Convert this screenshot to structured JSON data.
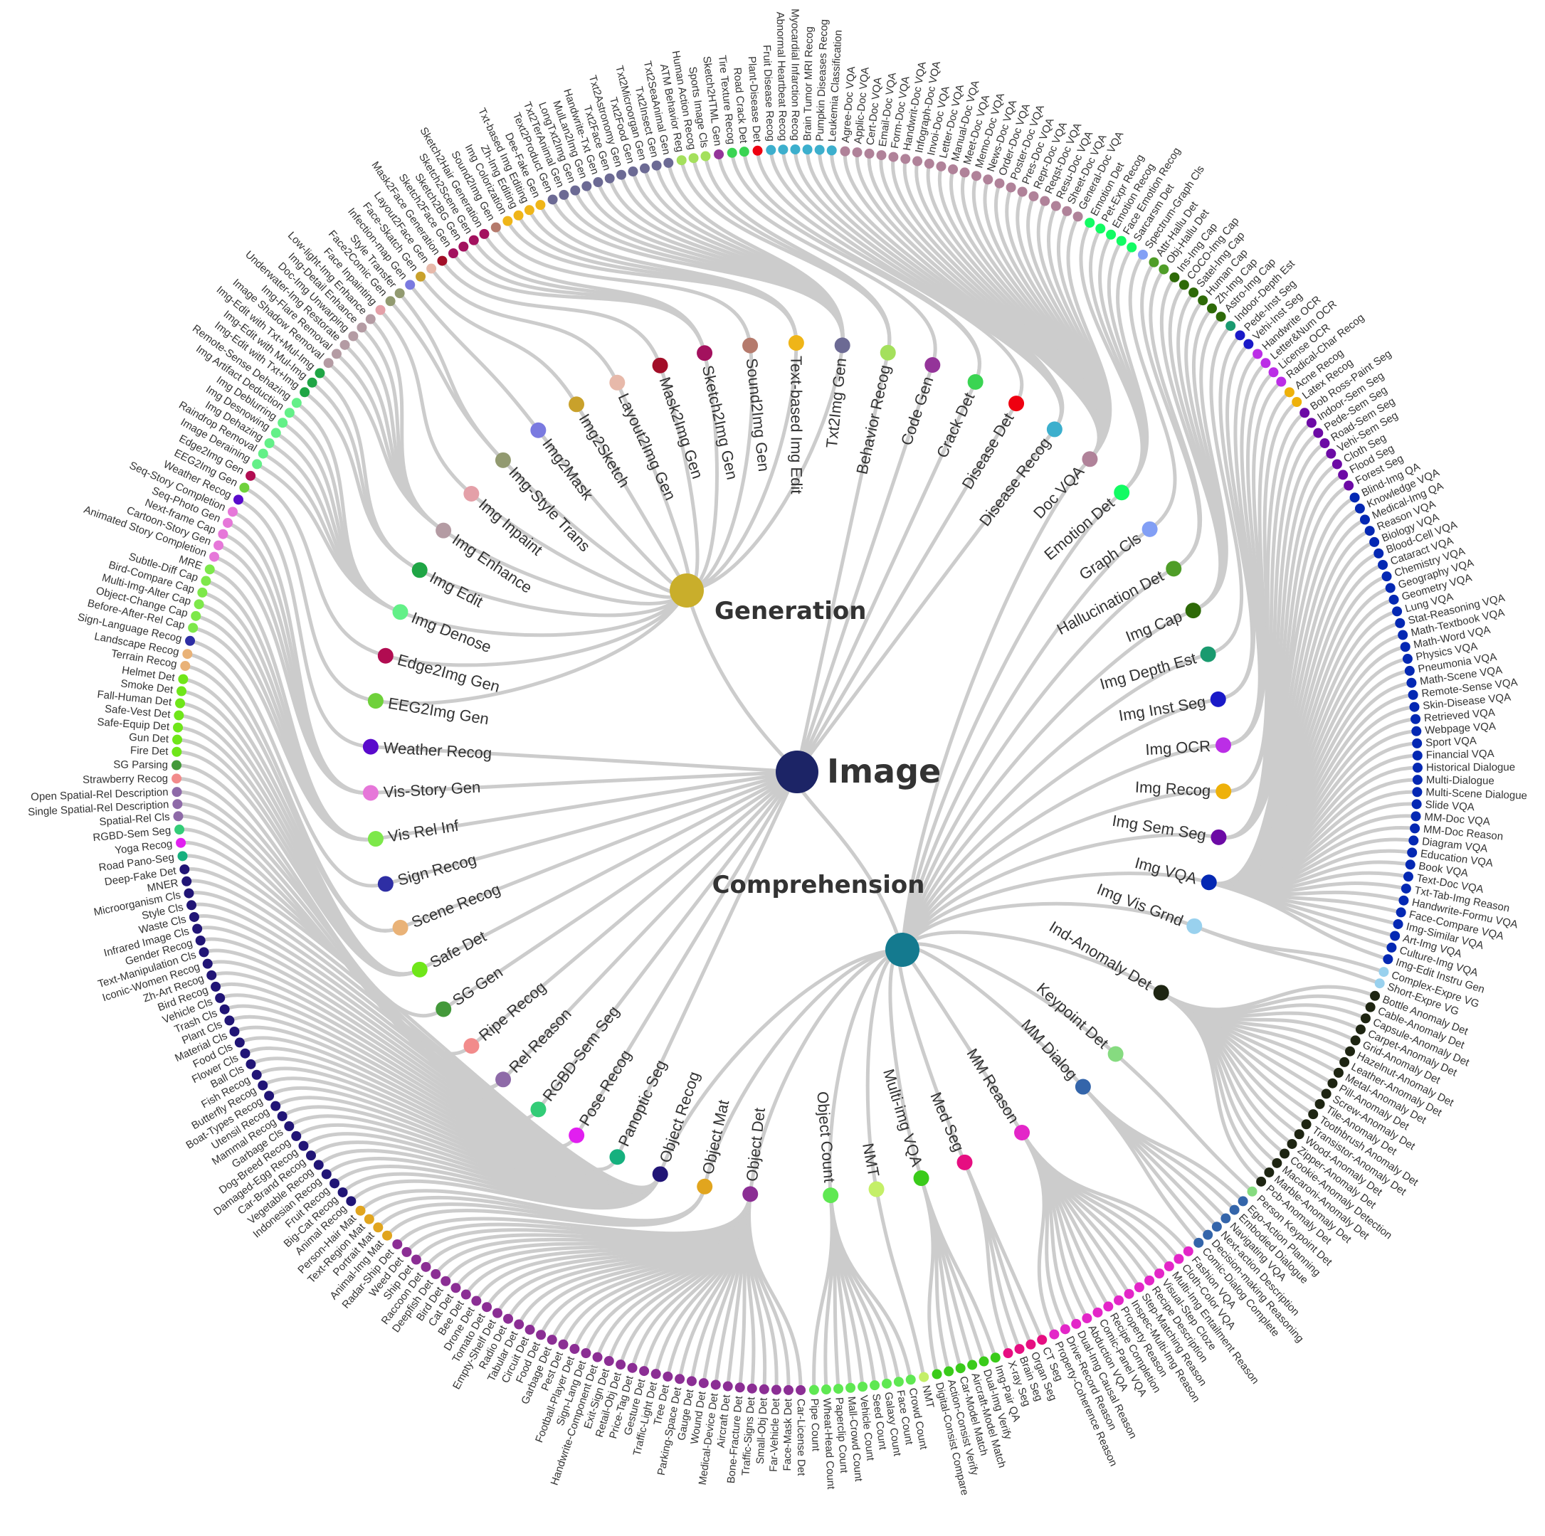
{
  "root": {
    "label": "Image",
    "color": "#1c2466"
  },
  "branches": [
    {
      "id": "Generation",
      "label": "Generation",
      "color": "#c9ae2b"
    },
    {
      "id": "Comprehension",
      "label": "Comprehension",
      "color": "#147a8f"
    }
  ],
  "categories": [
    {
      "label": "Panoptic Seg",
      "parent": "Image",
      "color": "#16b07e",
      "leaves": [
        "Road Pano-Seg"
      ]
    },
    {
      "label": "Pose Recog",
      "parent": "Image",
      "color": "#e11ff0",
      "leaves": [
        "Yoga Recog"
      ]
    },
    {
      "label": "RGBD-Sem Seg",
      "parent": "Image",
      "color": "#33cc77",
      "leaves": [
        "RGBD-Sem Seg"
      ]
    },
    {
      "label": "Rel Reason",
      "parent": "Image",
      "color": "#8e6aa8",
      "leaves": [
        "Spatial-Rel Cls",
        "Single Spatial-Rel Description",
        "Open Spatial-Rel Description"
      ]
    },
    {
      "label": "Ripe Recog",
      "parent": "Image",
      "color": "#f28b8b",
      "leaves": [
        "Strawberry Recog"
      ]
    },
    {
      "label": "SG Gen",
      "parent": "Image",
      "color": "#43993a",
      "leaves": [
        "SG Parsing"
      ]
    },
    {
      "label": "Safe Det",
      "parent": "Image",
      "color": "#6fe619",
      "leaves": [
        "Fire Det",
        "Gun Det",
        "Safe-Equip Det",
        "Safe-Vest Det",
        "Fall-Human Det",
        "Smoke Det",
        "Helmet Det"
      ]
    },
    {
      "label": "Scene Recog",
      "parent": "Image",
      "color": "#e9b277",
      "leaves": [
        "Terrain Recog",
        "Landscape Recog"
      ]
    },
    {
      "label": "Sign Recog",
      "parent": "Image",
      "color": "#2e2ea4",
      "leaves": [
        "Sign-Language Recog"
      ]
    },
    {
      "label": "Vis Rel Inf",
      "parent": "Image",
      "color": "#7de84a",
      "leaves": [
        "Before-After-Rel Cap",
        "Object-Change Cap",
        "Multi-Img-Alter Cap",
        "Bird-Compare Cap",
        "Subtle-Diff Cap",
        "MRE"
      ]
    },
    {
      "label": "Vis-Story Gen",
      "parent": "Image",
      "color": "#e677d9",
      "leaves": [
        "Animated Story Completion",
        "Cartoon-Story Gen",
        "Next-frame Cap",
        "Seq-Photo Gen",
        "Seq-Story Completion"
      ]
    },
    {
      "label": "Weather Recog",
      "parent": "Image",
      "color": "#5a0acc",
      "leaves": [
        "Weather Recog"
      ]
    },
    {
      "label": "EEG2Img Gen",
      "parent": "Generation",
      "color": "#6fd13b",
      "leaves": [
        "EEG2Img Gen"
      ]
    },
    {
      "label": "Edge2Img Gen",
      "parent": "Generation",
      "color": "#b10c51",
      "leaves": [
        "Edge2Img Gen"
      ]
    },
    {
      "label": "Img Denose",
      "parent": "Generation",
      "color": "#63f088",
      "leaves": [
        "Image Deraining",
        "Raindrop Removal",
        "Img Dehazing",
        "Img Desnowing",
        "Img Deblurring",
        "Img Artifact Deduction",
        "Remote-Sense Dehazing"
      ]
    },
    {
      "label": "Img Edit",
      "parent": "Generation",
      "color": "#1fa545",
      "leaves": [
        "Img-Edit with Txt+Img",
        "Img-Edit with Mul-Img",
        "Img-Edit with Txt+Mul-Img"
      ]
    },
    {
      "label": "Img Enhance",
      "parent": "Generation",
      "color": "#b49ba3",
      "leaves": [
        "Image Shadow Removal",
        "Img-Flare Removal",
        "Underwater-Img Restorate",
        "Doc-Img Unwarping",
        "Img-Detail Enhance",
        "Low-light-Img Enhance"
      ]
    },
    {
      "label": "Img Inpaint",
      "parent": "Generation",
      "color": "#e4a0a8",
      "leaves": [
        "Face Inpainting"
      ]
    },
    {
      "label": "Img-Style Trans",
      "parent": "Generation",
      "color": "#929a70",
      "leaves": [
        "Face2Comic Gen",
        "Style Transfer"
      ]
    },
    {
      "label": "Img2Mask",
      "parent": "Generation",
      "color": "#7a7ae0",
      "leaves": [
        "Infection-map Gen"
      ]
    },
    {
      "label": "Img2Sketch",
      "parent": "Generation",
      "color": "#c9a12b",
      "leaves": [
        "Face-Skatch Gen"
      ]
    },
    {
      "label": "Layout2Img Gen",
      "parent": "Generation",
      "color": "#e7b9aa",
      "leaves": [
        "Layout2Face Gen"
      ]
    },
    {
      "label": "Mask2Img Gen",
      "parent": "Generation",
      "color": "#a20e28",
      "leaves": [
        "Mask2Face Generation"
      ]
    },
    {
      "label": "Sketch2Img Gen",
      "parent": "Generation",
      "color": "#a3115e",
      "leaves": [
        "Sketch2Face Gen",
        "Sketch2BG Gen",
        "Sketch2Scene Gen",
        "Sketch2Hair Generation"
      ]
    },
    {
      "label": "Sound2Img Gen",
      "parent": "Generation",
      "color": "#b57a6c",
      "leaves": [
        "Sound2Img Gen"
      ]
    },
    {
      "label": "Text-based Img Edit",
      "parent": "Generation",
      "color": "#efb518",
      "leaves": [
        "Img Colorization",
        "Zh-Img Editing",
        "Txt-based Img Editing",
        "Dee-Fake Gen"
      ]
    },
    {
      "label": "Txt2Img Gen",
      "parent": "Generation",
      "color": "#6c6a94",
      "leaves": [
        "Text2Product Gen",
        "Txt2TerAnimal Gen",
        "LongTxt2Img Gen",
        "MulLan2Img Gen",
        "Handwrite-Txt Gen",
        "Txt2Face Gen",
        "Txt2Astronomy Gen",
        "Txt2Food Gen",
        "Txt2Microorgan Gen",
        "Txt2Insect Gen",
        "Txt2SeaAnimal Gen"
      ]
    },
    {
      "label": "Behavior Recog",
      "parent": "Image",
      "color": "#a4e05c",
      "leaves": [
        "ATM Behavior Reg",
        "Human Action Recog",
        "Sports Image Cls"
      ]
    },
    {
      "label": "Code Gen",
      "parent": "Image",
      "color": "#943499",
      "leaves": [
        "Sketch2HTML Gen"
      ]
    },
    {
      "label": "Crack Det",
      "parent": "Image",
      "color": "#3ad452",
      "leaves": [
        "Tire Texture Recog",
        "Road Crack Det"
      ]
    },
    {
      "label": "Disease Det",
      "parent": "Image",
      "color": "#ee0010",
      "leaves": [
        "Plant-Disease Det"
      ]
    },
    {
      "label": "Disease Recog",
      "parent": "Image",
      "color": "#3cafcd",
      "leaves": [
        "Fruit Disease Recog",
        "Abnormal Heartbeat Recog",
        "Myocardial Infarction Recog",
        "Brain Tumor MRI Recog",
        "Pumpkin Diseases Recog",
        "Leukemia Classification"
      ]
    },
    {
      "label": "Doc VQA",
      "parent": "Comprehension",
      "color": "#b08299",
      "leaves": [
        "Agree-Doc VQA",
        "Applic-Doc VQA",
        "Cert-Doc VQA",
        "Email-Doc VQA",
        "Form-Doc VQA",
        "Handwrit-Doc VQA",
        "Infograph-Doc VQA",
        "Invoi-Doc VQA",
        "Letter-Doc VQA",
        "Manual-Doc VQA",
        "Meet-Doc VQA",
        "Memo-Doc VQA",
        "News-Doc VQA",
        "Order-Doc VQA",
        "Poster-Doc VQA",
        "Pres-Doc VQA",
        "Repr-Doc VQA",
        "Reqst-Doc VQA",
        "Resu-Doc VQA",
        "Sheet-Doc VQA",
        "General-Doc VQA"
      ]
    },
    {
      "label": "Emotion Det",
      "parent": "Comprehension",
      "color": "#12fb63",
      "leaves": [
        "Emotion Det",
        "Pet-Expr Recog",
        "Emotion Recog",
        "Face Emotion Recog",
        "Sarcarsm Det"
      ]
    },
    {
      "label": "Graph Cls",
      "parent": "Comprehension",
      "color": "#829ff5",
      "leaves": [
        "Spectrum-Graph Cls"
      ]
    },
    {
      "label": "Hallucination Det",
      "parent": "Comprehension",
      "color": "#4f9d28",
      "leaves": [
        "Attr-Hallu Det",
        "Obj-Hallu Det"
      ]
    },
    {
      "label": "Img Cap",
      "parent": "Comprehension",
      "color": "#2e6a08",
      "leaves": [
        "Ins-Img Cap",
        "COCO-Img Cap",
        "Satel-Img Cap",
        "Human Cap",
        "Zh-Img Cap",
        "Astro-Img Cap"
      ]
    },
    {
      "label": "Img Depth Est",
      "parent": "Comprehension",
      "color": "#1a9a6f",
      "leaves": [
        "Indoor-Depth Est"
      ]
    },
    {
      "label": "Img Inst Seg",
      "parent": "Comprehension",
      "color": "#1a1ac8",
      "leaves": [
        "Pede-Inst Seg",
        "Vehi-Inst Seg"
      ]
    },
    {
      "label": "Img OCR",
      "parent": "Comprehension",
      "color": "#bb2ee6",
      "leaves": [
        "Handwrite OCR",
        "Letter&Num OCR",
        "License OCR",
        "Radical-Char Recog"
      ]
    },
    {
      "label": "Img Recog",
      "parent": "Comprehension",
      "color": "#eeb10a",
      "leaves": [
        "Acne Recog",
        "Latex Recog"
      ]
    },
    {
      "label": "Img Sem Seg",
      "parent": "Comprehension",
      "color": "#6c0aa5",
      "leaves": [
        "Bob Ross-Paint Seg",
        "Indoor-Sem Seg",
        "Pede-Sem Seg",
        "Road-Sem Seg",
        "Vehi-Sem Seg",
        "Cloth Seg",
        "Flood Seg",
        "Forest Seg"
      ]
    },
    {
      "label": "Img VQA",
      "parent": "Comprehension",
      "color": "#0428b3",
      "leaves": [
        "Blind-Img QA",
        "Knowledge VQA",
        "Medical-Img QA",
        "Reason VQA",
        "Biology VQA",
        "Blood-Cell VQA",
        "Cataract VQA",
        "Chemistry VQA",
        "Geography VQA",
        "Geometry VQA",
        "Lung VQA",
        "Stat-Reasoning VQA",
        "Math-Textbook VQA",
        "Math-Word VQA",
        "Physics VQA",
        "Pneumonia VQA",
        "Math-Scene VQA",
        "Remote-Sense VQA",
        "Skin-Disease VQA",
        "Retrieved VQA",
        "Webpage VQA",
        "Sport VQA",
        "Financial VQA",
        "Historical Dialogue",
        "Multi-Dialogue",
        "Multi-Scene Dialogue",
        "Slide VQA",
        "MM-Doc VQA",
        "MM-Doc Reason",
        "Diagram VQA",
        "Education VQA",
        "Book VQA",
        "Text-Doc VQA",
        "Txt-Tab-Img Reason",
        "Handwrite-Formu VQA",
        "Face-Compare VQA",
        "Img-Similar VQA",
        "Art-Img VQA",
        "Culture-Img VQA",
        "Img-Edit Instru Gen"
      ]
    },
    {
      "label": "Img Vis Grnd",
      "parent": "Comprehension",
      "color": "#99d1ee",
      "leaves": [
        "Complex-Expre VG",
        "Short-Expre VG"
      ]
    },
    {
      "label": "Ind-Anomaly Det",
      "parent": "Comprehension",
      "color": "#1e2512",
      "leaves": [
        "Bottle Anomaly Det",
        "Cable-Anomaly Det",
        "Capsule-Anomaly Det",
        "Carpet-Anomaly Det",
        "Grid-Anomaly Det",
        "Hazelnut-Anomaly Det",
        "Leather-Anomaly Det",
        "Metal-Anomaly Det",
        "Pill-Anomaly Det",
        "Screw-Anomaly Det",
        "Tile-Anomaly Det",
        "Toothbrush Anomaly Det",
        "Transistor-Anomaly Det",
        "Wood-Anomaly Det",
        "Zipper-Anomaly Det",
        "Cookie-Anomaly Detection",
        "Macaroni-Anomaly Det",
        "Marble-Anomaly Det",
        "Pcb-Anomaly Det"
      ]
    },
    {
      "label": "Keypoint Det",
      "parent": "Comprehension",
      "color": "#86db80",
      "leaves": [
        "Person Keypoint Det"
      ]
    },
    {
      "label": "MM Dialog",
      "parent": "Comprehension",
      "color": "#3465aa",
      "leaves": [
        "Ego-Action Planning",
        "Embodied Dialogue",
        "Navigating VQA",
        "Next-action Description",
        "Decision-making Reasoning",
        "Comic-Dialog Complete"
      ]
    },
    {
      "label": "MM Reason",
      "parent": "Comprehension",
      "color": "#e326c8",
      "leaves": [
        "Fashion VQA",
        "Cloth-Color VQA",
        "Multi-Img Entailment Reason",
        "Visual-Step Cloze",
        "Recipe Description",
        "Step-Matching Reason",
        "Inspec-Multi-Img Reason",
        "Property Reason",
        "Recipe Completion",
        "Comic-Panel VQA",
        "Abduction VQA",
        "Dual-Img Causal Reason",
        "Drive-Record Reason",
        "Property-Coherence Reason"
      ]
    },
    {
      "label": "Med Seg",
      "parent": "Comprehension",
      "color": "#e60e81",
      "leaves": [
        "CT Seg",
        "Organ Seg",
        "Brain Seg",
        "X-ray Seg"
      ]
    },
    {
      "label": "Multi-img VQA",
      "parent": "Comprehension",
      "color": "#3acb1a",
      "leaves": [
        "Img-Pair QA",
        "Dual-Img Verify",
        "Aircraft-Model Match",
        "Car-Model Match",
        "Action-Consist Verify",
        "Digital-Consist Compare"
      ]
    },
    {
      "label": "NMT",
      "parent": "Comprehension",
      "color": "#c4ef68",
      "leaves": [
        "NMT"
      ]
    },
    {
      "label": "Object Count",
      "parent": "Comprehension",
      "color": "#5fe852",
      "leaves": [
        "Crowd Count",
        "Face Count",
        "Galaxy Count",
        "Seed Count",
        "Vehicle Count",
        "Mall-Crowd Count",
        "Paperclip Count",
        "Wheat-Head Count",
        "Pipe Count"
      ]
    },
    {
      "label": "Object Det",
      "parent": "Comprehension",
      "color": "#8b2e94",
      "leaves": [
        "Car-License Det",
        "Face-Mask Det",
        "Far-Vehicle Det",
        "Small-Obj Det",
        "Traffic-Signs Det",
        "Bone-Fracture Det",
        "Aircraft Det",
        "Medical-Device Det",
        "Wound Det",
        "Gauge Det",
        "Parking-Space Det",
        "Tree Det",
        "Traffic-Light Det",
        "Gesture Det",
        "Price-Tag Det",
        "Retail-Obj Det",
        "Exit-Sign Det",
        "Handwrite-Component Det",
        "Sign-Lang Det",
        "Football-Player Det",
        "Pest Det",
        "Garbage Det",
        "Food Det",
        "Circuit Det",
        "Tabular Det",
        "Radio Det",
        "Empty-Shelf Det",
        "Tomato Det",
        "Drone Det",
        "Bee Det",
        "Cat Det",
        "Bird Det",
        "Deepfish Det",
        "Raccoon Det",
        "Ship Det",
        "Weed Det",
        "Radar-Ship Det"
      ]
    },
    {
      "label": "Object Mat",
      "parent": "Comprehension",
      "color": "#e1a51e",
      "leaves": [
        "Animal-Img Mat",
        "Portrait Mat",
        "Text-Region Mat",
        "Person-Hair Mat"
      ]
    },
    {
      "label": "Object Recog",
      "parent": "Comprehension",
      "color": "#211576",
      "leaves": [
        "Animal Recog",
        "Big-Cat Recog",
        "Fruit Recog",
        "Indonesian Recog",
        "Vegetable Recog",
        "Car-Brand Recog",
        "Damaged-Egg Recog",
        "Dog-Breed Recog",
        "Garbage Cls",
        "Mammal Recog",
        "Utensil Recog",
        "Boat-Types Recog",
        "Butterfly Recog",
        "Fish Recog",
        "Ball Cls",
        "Flower Cls",
        "Food Cls",
        "Material Cls",
        "Plant Cls",
        "Trash Cls",
        "Vehicle Cls",
        "Bird Recog",
        "Zh-Art Recog",
        "Iconic-Women Recog",
        "Text-Manipulation Cls",
        "Gender Recog",
        "Infrared Image Cls",
        "Waste Cls",
        "Style Cls",
        "Microorganism Cls",
        "MNER",
        "Deep-Fake Det"
      ]
    }
  ]
}
